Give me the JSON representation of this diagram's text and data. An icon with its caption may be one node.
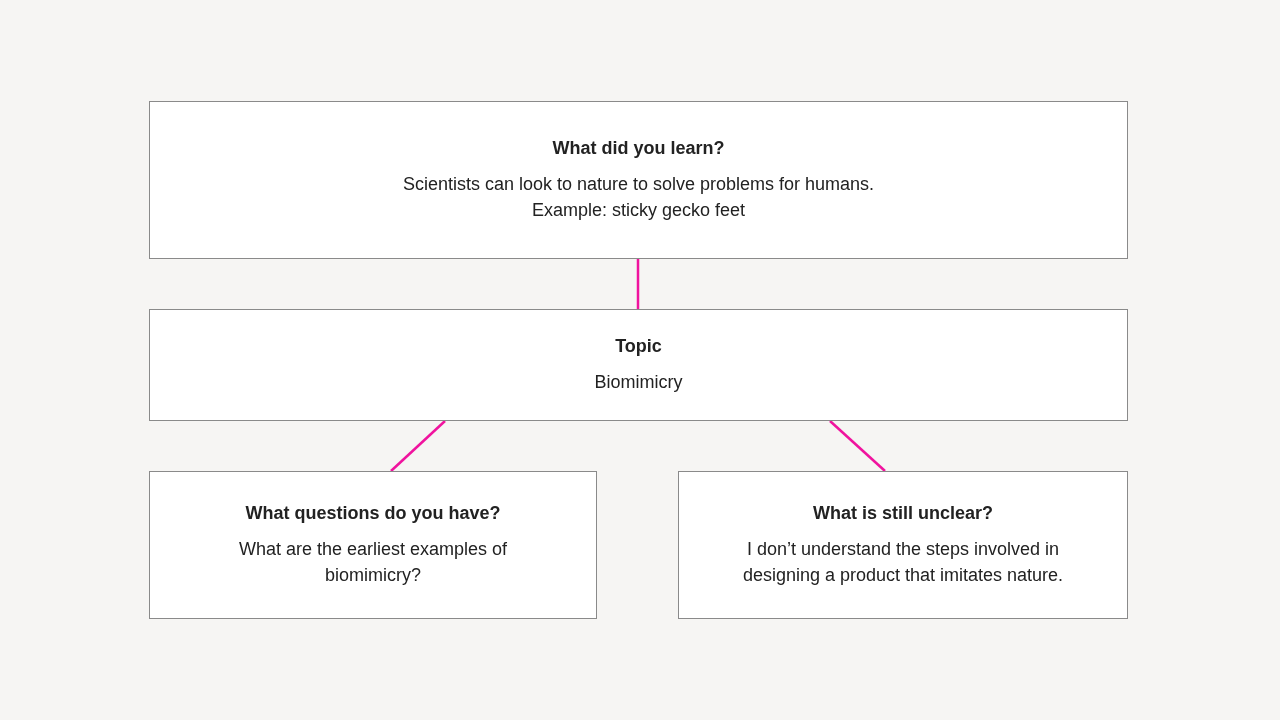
{
  "diagram": {
    "nodes": [
      {
        "text": [
          "What did you learn?",
          "Scientists can look to nature to solve problems for humans. Example: sticky gecko feet"
        ]
      },
      {
        "text": [
          "Topic",
          "Biomimicry"
        ]
      },
      {
        "text": [
          "What questions do you have?",
          "What are the earliest examples of biomimicry?"
        ]
      },
      {
        "text": [
          "What is still unclear?",
          "I don’t understand the steps involved in designing a product that imitates nature."
        ]
      }
    ],
    "edges": [
      {
        "from": 0,
        "to": 1,
        "arrow": "none"
      },
      {
        "from": 1,
        "to": 2,
        "arrow": "none"
      },
      {
        "from": 1,
        "to": 3,
        "arrow": "none"
      }
    ]
  }
}
